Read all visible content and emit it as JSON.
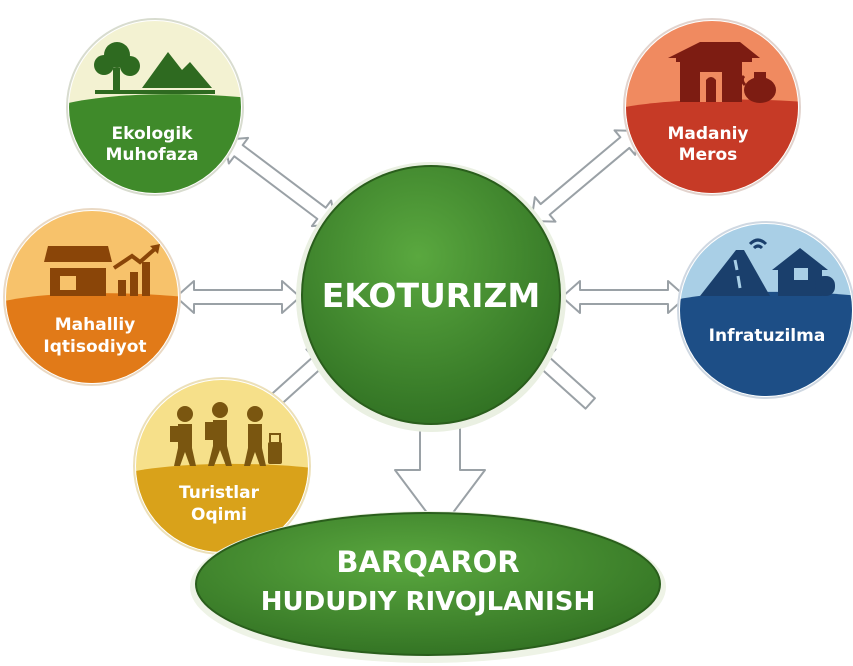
{
  "center": {
    "label": "EKOTURIZM"
  },
  "outcome": {
    "line1": "BARQAROR",
    "line2": "HUDUDIY RIVOJLANISH"
  },
  "nodes": {
    "ecology": {
      "line1": "Ekologik",
      "line2": "Muhofaza",
      "icon": "tree-mountain-icon",
      "color": "#3f8a2a"
    },
    "culture": {
      "line1": "Madaniy",
      "line2": "Meros",
      "icon": "heritage-building-icon",
      "color": "#c63a26"
    },
    "economy": {
      "line1": "Mahalliy",
      "line2": "Iqtisodiyot",
      "icon": "market-stall-growth-icon",
      "color": "#e17a18"
    },
    "infrastructure": {
      "line1": "Infratuzilma",
      "icon": "road-house-wifi-icon",
      "color": "#1d4e86"
    },
    "tourists": {
      "line1": "Turistlar",
      "line2": "Oqimi",
      "icon": "tourists-group-icon",
      "color": "#d9a21a"
    }
  },
  "colors": {
    "center_green": "#3e8a2c",
    "outcome_green": "#3f8a2a",
    "arrow_fill": "#ffffff",
    "arrow_stroke": "#9aa1a6"
  }
}
